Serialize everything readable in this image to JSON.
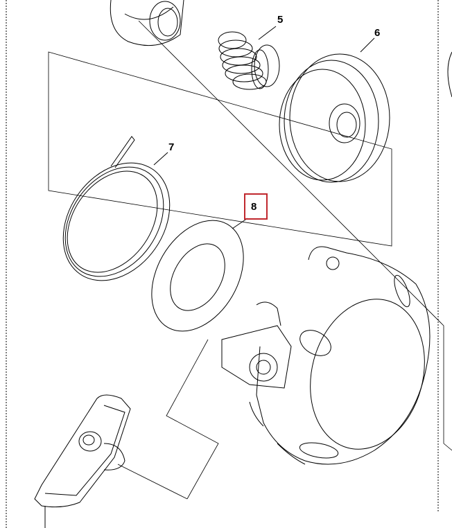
{
  "callouts": {
    "part_5": "5",
    "part_6": "6",
    "part_7": "7",
    "part_8": "8"
  },
  "highlight": {
    "color": "#c0272d",
    "target": "part_8"
  },
  "colors": {
    "line": "#000000",
    "background": "#ffffff"
  }
}
